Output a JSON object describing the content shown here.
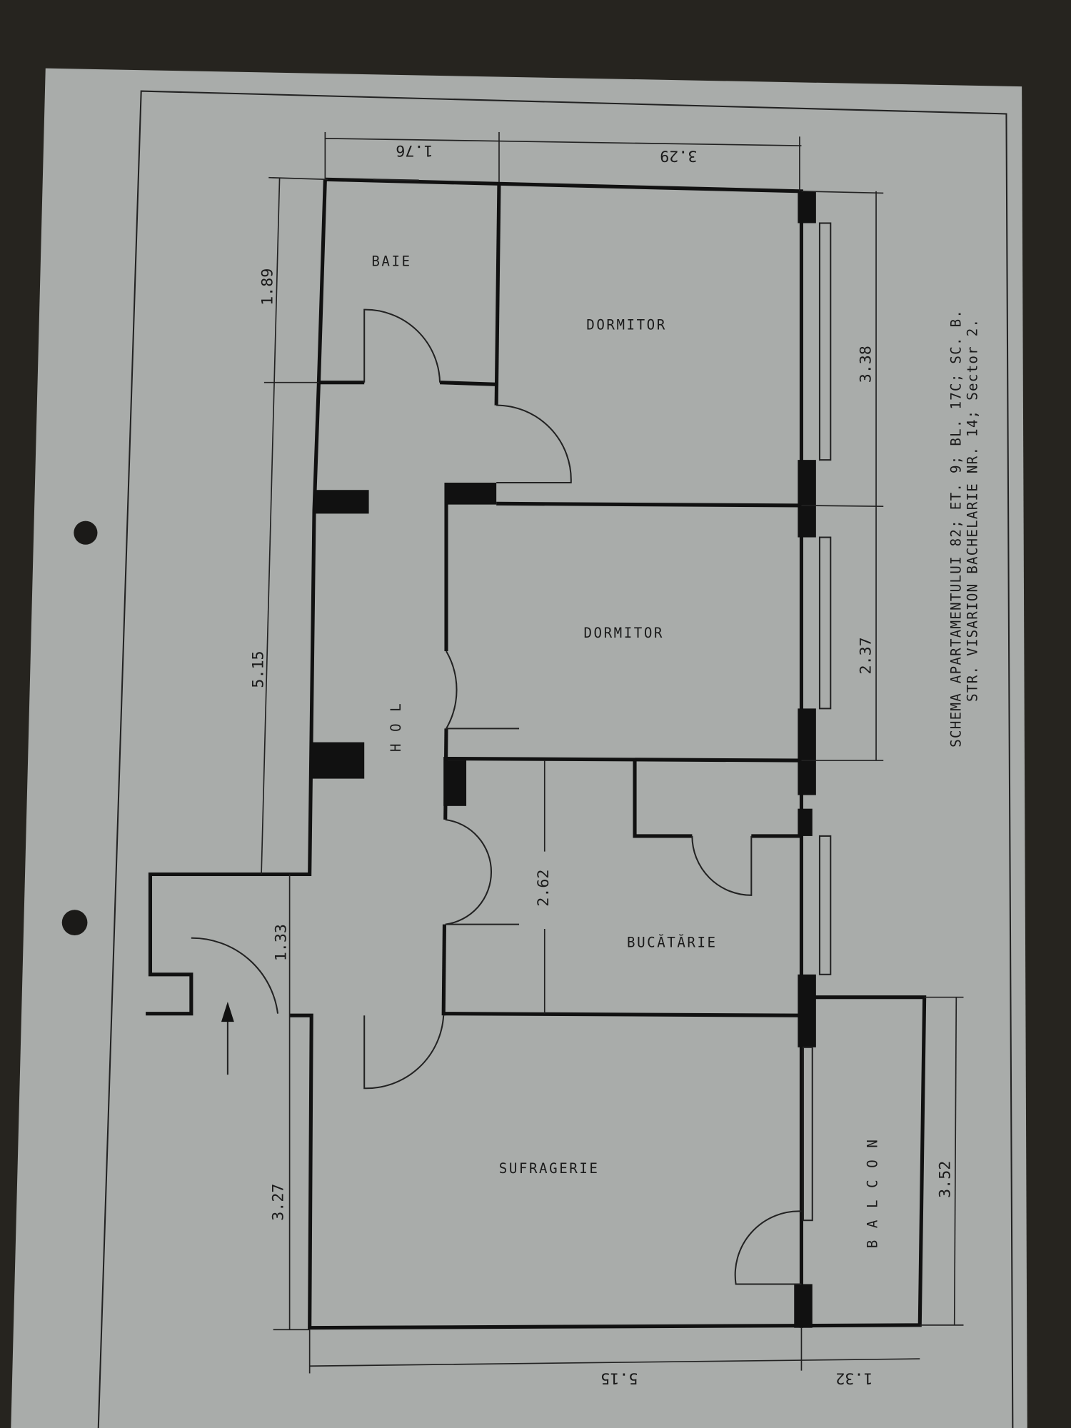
{
  "colors": {
    "background": "#26241f",
    "paper": "#a9acaa",
    "ink": "#111111"
  },
  "rooms": {
    "baie": "BAIE",
    "dormitor_1": "DORMITOR",
    "dormitor_2": "DORMITOR",
    "hol": "H O L",
    "bucatarie": "BUCĂTĂRIE",
    "sufragerie": "SUFRAGERIE",
    "balcon": "B A L C O N"
  },
  "dimensions": {
    "top_baie": "1.76",
    "top_dormitor": "3.29",
    "left_baie": "1.89",
    "left_hol": "5.15",
    "left_entrance": "1.33",
    "left_sufragerie": "3.27",
    "right_dormitor_1": "3.38",
    "right_dormitor_2": "2.37",
    "bucatarie_depth": "2.62",
    "balcon_length": "3.52",
    "bottom_sufragerie": "5.15",
    "bottom_balcon": "1.32"
  },
  "caption": {
    "line1": "SCHEMA APARTAMENTULUI 82; ET. 9; BL. 17C; SC. B.",
    "line2": "STR. VISARION BACHELARIE NR. 14; Sector 2."
  },
  "icons": {
    "entrance": "entrance-arrow-icon"
  }
}
